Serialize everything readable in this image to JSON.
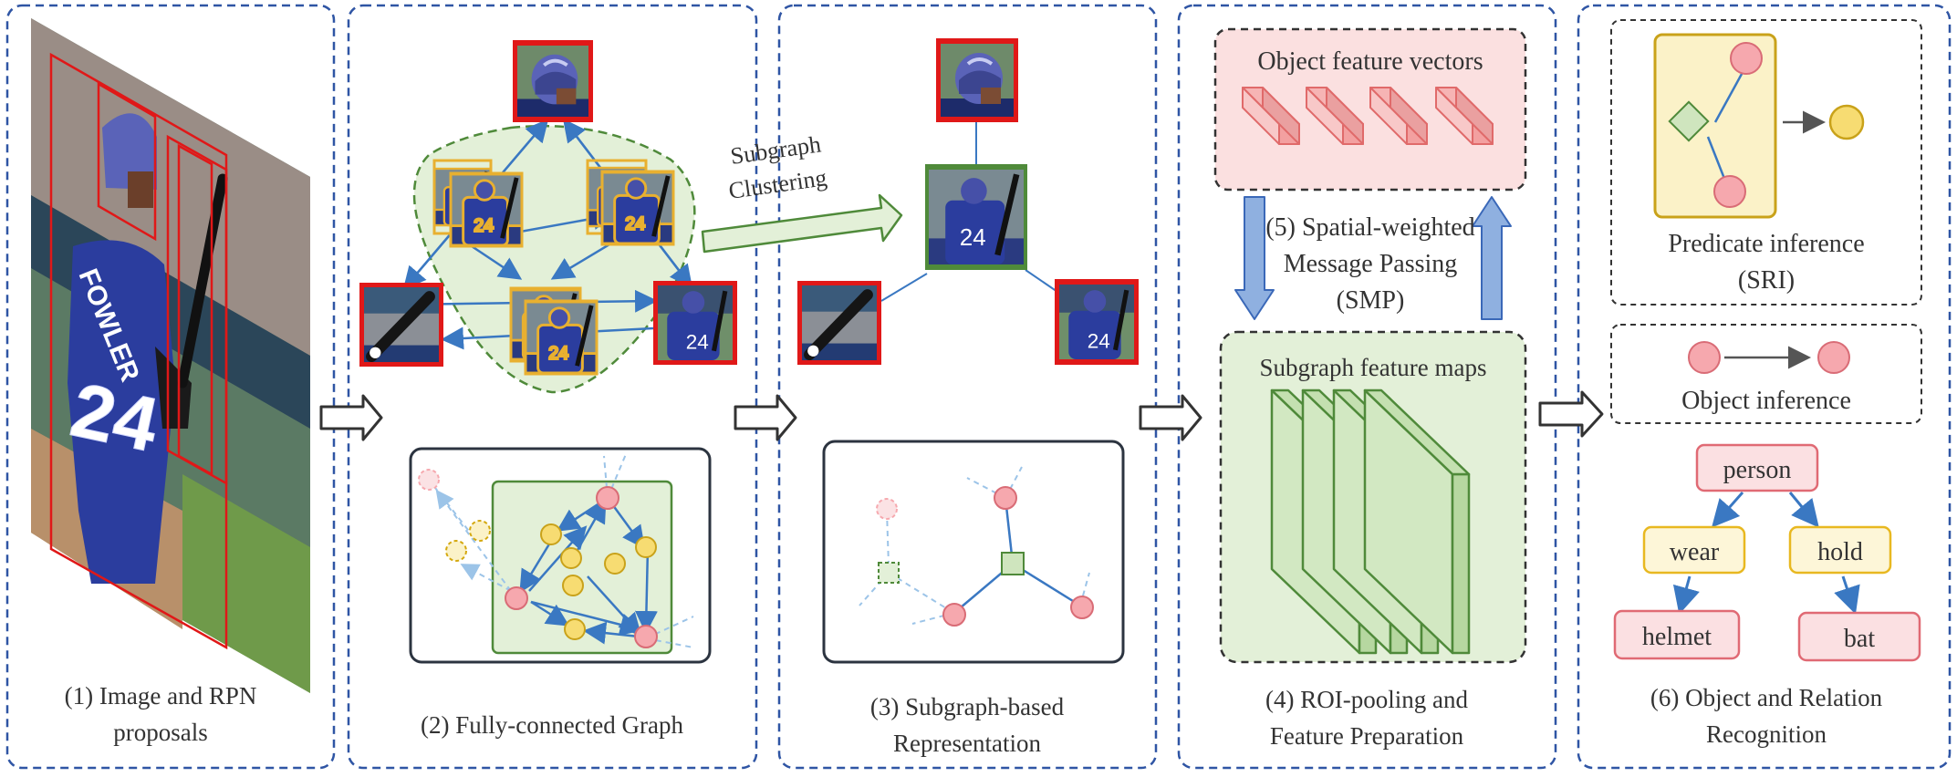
{
  "panels": [
    {
      "id": "p1",
      "caption": [
        "(1) Image and RPN",
        "proposals"
      ]
    },
    {
      "id": "p2",
      "caption": [
        "(2) Fully-connected Graph"
      ]
    },
    {
      "id": "p3",
      "caption": [
        "(3) Subgraph-based",
        "Representation"
      ]
    },
    {
      "id": "p4",
      "caption": [
        "(4) ROI-pooling and",
        "Feature Preparation"
      ]
    },
    {
      "id": "p6",
      "caption": [
        "(6) Object and Relation",
        "Recognition"
      ]
    }
  ],
  "image_text": {
    "jersey_name": "FOWLER",
    "jersey_number": "24"
  },
  "clustering_label": [
    "Subgraph",
    "Clustering"
  ],
  "object_feature_title": "Object feature vectors",
  "smp_label": [
    "(5) Spatial-weighted",
    "Message Passing",
    "(SMP)"
  ],
  "subgraph_feature_title": "Subgraph feature maps",
  "predicate_label": [
    "Predicate inference",
    "(SRI)"
  ],
  "object_inference_label": "Object inference",
  "scene_graph": {
    "objects": [
      "person",
      "helmet",
      "bat"
    ],
    "predicates": [
      "wear",
      "hold"
    ]
  },
  "colors": {
    "panel_border": "#2f55a4",
    "proposal_red": "#e01818",
    "subgraph_yellow": "#e8b030",
    "green_node": "#4f8a3a",
    "green_fill": "#e3f0d8",
    "node_pink": "#f6a8ae",
    "node_yellow": "#f7dc72",
    "blue_edge": "#3a78c2",
    "jersey_blue": "#2b3d9e"
  }
}
